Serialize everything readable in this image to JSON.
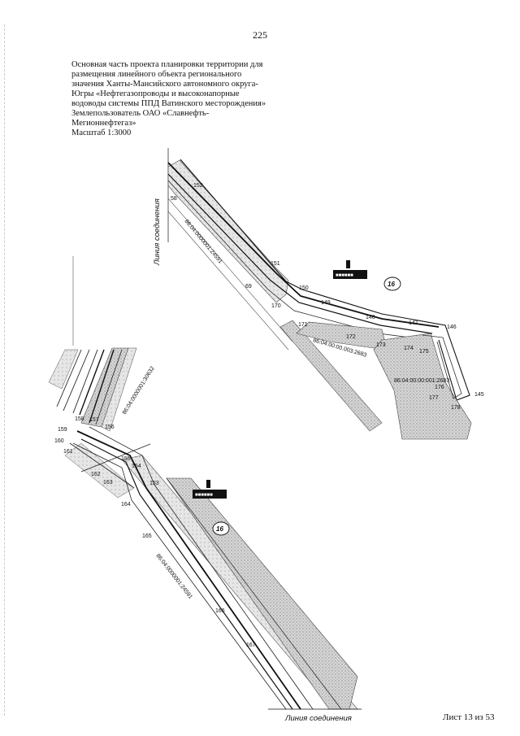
{
  "page_number": "225",
  "header_lines": [
    "Основная часть проекта планировки территории для",
    "размещения линейного объекта регионального",
    "значения Ханты-Мансийского автономного округа-",
    "Югры «Нефтегазопроводы и высоконапорные",
    "водоводы системы ППД Ватинского месторождения»",
    "Землепользователь ОАО «Славнефть-",
    "Мегионнефтегаз»",
    "Масштаб 1:3000"
  ],
  "connection_line_label": "Линия соединения",
  "sheet_label": "Лист 13 из 53",
  "zone_number": "16",
  "cadastral_numbers": {
    "upper_diagonal": "86:04:0000001:24591",
    "upper_middle": "86:04:00:00.003:2683",
    "upper_right": "86:04:00:00:001:2683",
    "lower_left": "86:04:0000001:30632",
    "lower_diagonal": "86:04:0000001:24591"
  },
  "point_labels": {
    "p152": "152",
    "p58": "58",
    "p151": "151",
    "p69": "69",
    "p150": "150",
    "p170": "170",
    "p149": "149",
    "p148": "148",
    "p147": "147",
    "p146": "146",
    "p171": "171",
    "p172": "172",
    "p173": "173",
    "p174": "174",
    "p175": "175",
    "p176": "176",
    "p177": "177",
    "p178": "178",
    "p145": "145",
    "p158": "158",
    "p157": "157",
    "p159": "159",
    "p156": "156",
    "p160": "160",
    "p161": "161",
    "p155": "155",
    "p154": "154",
    "p162": "162",
    "p163": "163",
    "p153": "153",
    "p164": "164",
    "p165": "165",
    "p166": "166",
    "p167": "167"
  }
}
